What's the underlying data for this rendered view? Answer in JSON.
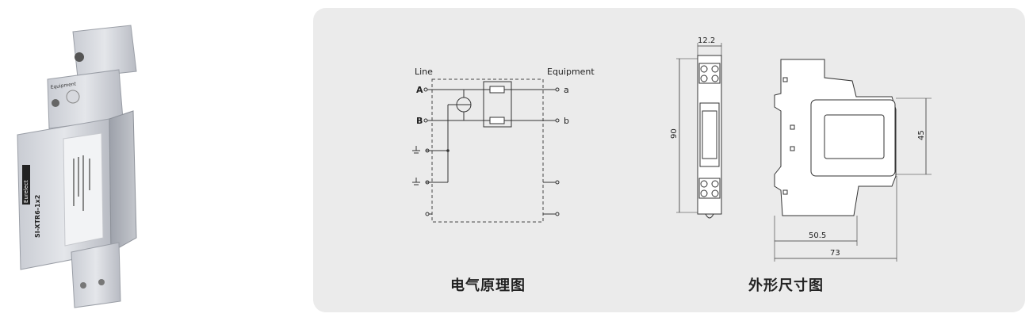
{
  "product": {
    "brand": "Eurelect",
    "model": "SI-XTR6-1x2",
    "terminal_label": "Equipment"
  },
  "schematic": {
    "line_label": "Line",
    "equipment_label": "Equipment",
    "terminal_A": "A",
    "terminal_B": "B",
    "terminal_a": "a",
    "terminal_b": "b",
    "caption": "电气原理图"
  },
  "dimensions": {
    "width_top": "12.2",
    "height_left": "90",
    "height_right": "45",
    "depth_inner": "50.5",
    "depth_total": "73",
    "caption": "外形尺寸图"
  }
}
